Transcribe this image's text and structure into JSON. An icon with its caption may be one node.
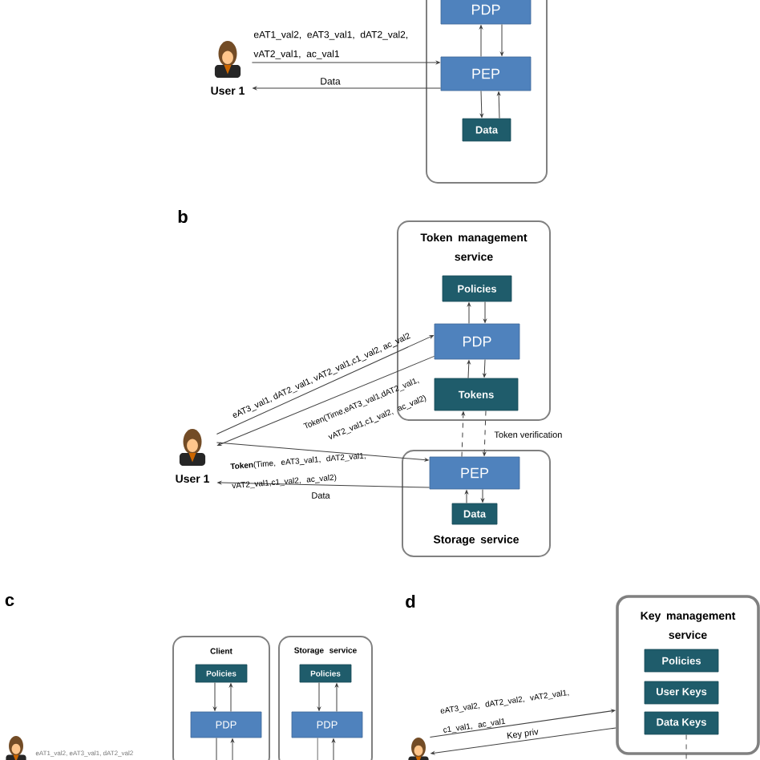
{
  "diagram": {
    "nodes": [
      {
        "text": [],
        "shape": "box"
      },
      {
        "text": [
          "PDP"
        ],
        "in": 0
      },
      {
        "text": [
          "PEP"
        ],
        "in": 0
      },
      {
        "text": [
          "Data"
        ],
        "in": 0
      },
      {
        "text": [
          "User 1"
        ]
      },
      {
        "text": [
          "Token management service"
        ]
      },
      {
        "text": [
          "Policies"
        ],
        "in": 5
      },
      {
        "text": [
          "PDP"
        ],
        "in": 5
      },
      {
        "text": [
          "Tokens"
        ],
        "in": 5
      },
      {
        "text": [
          "Storage service"
        ]
      },
      {
        "text": [
          "PEP"
        ],
        "in": 9
      },
      {
        "text": [
          "Data"
        ],
        "in": 9
      },
      {
        "text": [
          "User 1"
        ]
      },
      {
        "text": [
          "Client"
        ]
      },
      {
        "text": [
          "Policies"
        ],
        "in": 13
      },
      {
        "text": [
          "PDP"
        ],
        "in": 13
      },
      {
        "text": [
          "Storage service"
        ]
      },
      {
        "text": [
          "Policies"
        ],
        "in": 16
      },
      {
        "text": [
          "PDP"
        ],
        "in": 16
      },
      {
        "text": [
          "Key management service"
        ]
      },
      {
        "text": [
          "Policies"
        ],
        "in": 19
      },
      {
        "text": [
          "User Keys"
        ],
        "in": 19
      },
      {
        "text": [
          "Data Keys"
        ],
        "in": 19
      },
      {
        "text": [],
        "shape": "person"
      }
    ],
    "edges": [
      {
        "from": 4,
        "to": 2,
        "arrow": "to",
        "label": "eAT1_val2, eAT3_val1, dAT2_val2, vAT2_val1, ac_val1"
      },
      {
        "from": 2,
        "to": 4,
        "arrow": "to",
        "label": "Data"
      },
      {
        "from": 1,
        "to": 2,
        "arrow": "to"
      },
      {
        "from": 2,
        "to": 1,
        "arrow": "to"
      },
      {
        "from": 2,
        "to": 3,
        "arrow": "to"
      },
      {
        "from": 3,
        "to": 2,
        "arrow": "to"
      },
      {
        "from": 12,
        "to": 7,
        "arrow": "to",
        "label": "eAT3_val1, dAT2_val1, vAT2_val1,c1_val2, ac_val2"
      },
      {
        "from": 7,
        "to": 12,
        "arrow": "to",
        "label": "Token(Time,eAT3_val1,dAT2_val1, vAT2_val1,c1_val2, ac_val2)"
      },
      {
        "from": 12,
        "to": 10,
        "arrow": "to",
        "label": "**Token**(Time, eAT3_val1, dAT2_val1, vAT2_val1,c1_val2, ac_val2)"
      },
      {
        "from": 10,
        "to": 12,
        "arrow": "to",
        "label": "Data"
      },
      {
        "from": 7,
        "to": 6,
        "arrow": "to"
      },
      {
        "from": 6,
        "to": 7,
        "arrow": "to"
      },
      {
        "from": 8,
        "to": 7,
        "arrow": "to"
      },
      {
        "from": 7,
        "to": 8,
        "arrow": "to"
      },
      {
        "from": 10,
        "to": 8,
        "arrow": "to",
        "style": "dashed"
      },
      {
        "from": 8,
        "to": 10,
        "arrow": "to",
        "style": "dashed",
        "label": "Token verification"
      },
      {
        "from": 11,
        "to": 10,
        "arrow": "to"
      },
      {
        "from": 10,
        "to": 11,
        "arrow": "to"
      },
      {
        "from": 14,
        "to": 15,
        "arrow": "to"
      },
      {
        "from": 15,
        "to": 14,
        "arrow": "to"
      },
      {
        "from": 17,
        "to": 18,
        "arrow": "to"
      },
      {
        "from": 18,
        "to": 17,
        "arrow": "to"
      },
      {
        "from": 15,
        "to": null,
        "arrow": "none"
      },
      {
        "from": null,
        "to": 15,
        "arrow": "to"
      },
      {
        "from": 18,
        "to": null,
        "arrow": "none"
      },
      {
        "from": null,
        "to": 18,
        "arrow": "to"
      },
      {
        "from": 23,
        "to": 19,
        "arrow": "to",
        "label": "eAT3_val2, dAT2_val2, vAT2_val1, c1_val1, ac_val1"
      },
      {
        "from": 19,
        "to": 23,
        "arrow": "to",
        "label": "Key priv"
      },
      {
        "from": 22,
        "to": null,
        "arrow": "none",
        "style": "dashed"
      }
    ],
    "labels": [
      "b",
      "c",
      "d",
      "eAT1_val2, eAT3_val1, dAT2_val2"
    ]
  }
}
